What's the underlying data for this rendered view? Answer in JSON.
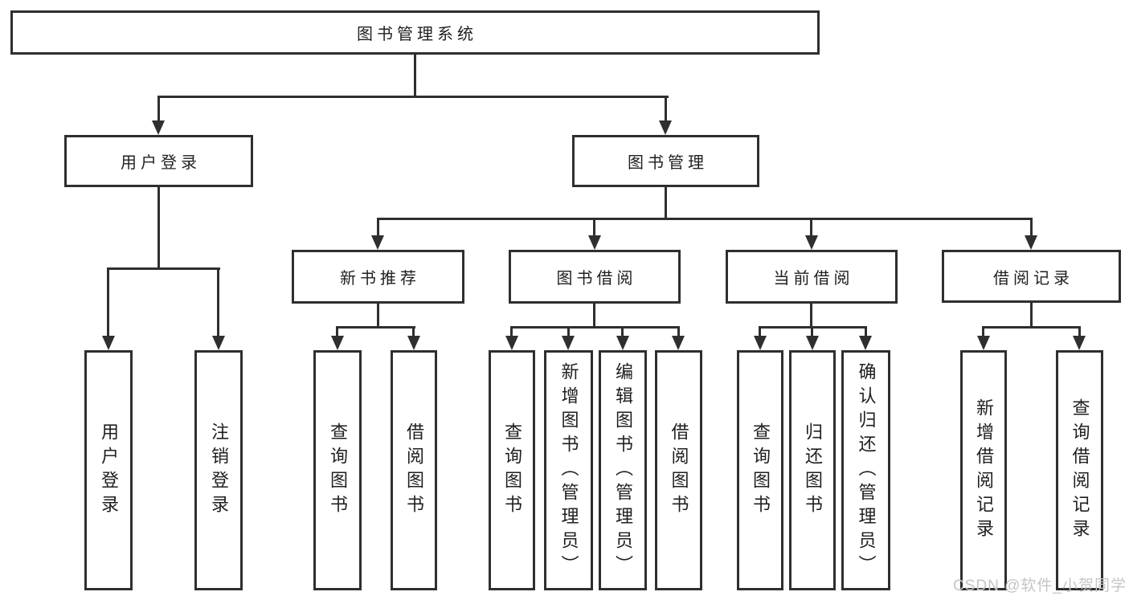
{
  "diagram": {
    "type": "functional-structure-tree",
    "title": "图书管理系统",
    "watermark": "CSDN @软件_小贺同学"
  },
  "colors": {
    "line": "#2f2f2f",
    "text": "#1f1f1f",
    "watermark": "#c5c5c5",
    "background": "#ffffff"
  },
  "nodes": {
    "root": {
      "label": "图书管理系统"
    },
    "user_login": {
      "label": "用户登录"
    },
    "book_management": {
      "label": "图书管理"
    },
    "new_book_recommend": {
      "label": "新书推荐"
    },
    "book_borrowing": {
      "label": "图书借阅"
    },
    "current_borrowing": {
      "label": "当前借阅"
    },
    "borrowing_records": {
      "label": "借阅记录"
    },
    "leaves": {
      "user_login": {
        "label": "用户登录",
        "parent": "用户登录"
      },
      "logout": {
        "label": "注销登录",
        "parent": "用户登录"
      },
      "query_books_recommend": {
        "label": "查询图书",
        "parent": "新书推荐"
      },
      "borrow_books_recommend": {
        "label": "借阅图书",
        "parent": "新书推荐"
      },
      "query_books_borrowing": {
        "label": "查询图书",
        "parent": "图书借阅"
      },
      "add_books_admin": {
        "label": "新增图书（管理员）",
        "parent": "图书借阅"
      },
      "edit_books_admin": {
        "label": "编辑图书（管理员）",
        "parent": "图书借阅"
      },
      "borrow_books_borrowing": {
        "label": "借阅图书",
        "parent": "图书借阅"
      },
      "query_books_current": {
        "label": "查询图书",
        "parent": "当前借阅"
      },
      "return_books": {
        "label": "归还图书",
        "parent": "当前借阅"
      },
      "confirm_return_admin": {
        "label": "确认归还（管理员）",
        "parent": "当前借阅"
      },
      "add_borrow_record": {
        "label": "新增借阅记录",
        "parent": "借阅记录"
      },
      "query_borrow_record": {
        "label": "查询借阅记录",
        "parent": "借阅记录"
      }
    }
  }
}
